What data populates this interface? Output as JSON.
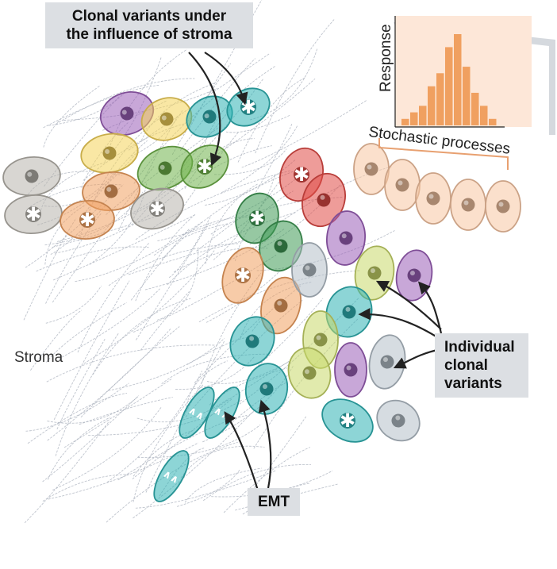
{
  "labels": {
    "clonal_stroma_line1": "Clonal variants under",
    "clonal_stroma_line2": "the influence of stroma",
    "response": "Response",
    "stochastic": "Stochastic processes",
    "stroma": "Stroma",
    "individual_line1": "Individual",
    "individual_line2": "clonal",
    "individual_line3": "variants",
    "emt": "EMT"
  },
  "colors": {
    "purple": "#9b5fb8",
    "yellow": "#f4d35a",
    "teal": "#2fb3b5",
    "green": "#6fb24a",
    "orange": "#f0a060",
    "grey": "#b8b5ad",
    "red": "#e04a45",
    "darkgreen": "#3f9a55",
    "bluegrey": "#b5c0c9",
    "lime": "#c9d86a",
    "peach": "#f7c6a3",
    "label_bg": "#dcdfe3",
    "stroma_fiber": "#a9b0bc"
  },
  "histogram": {
    "values": [
      1,
      2,
      3,
      6,
      8,
      12,
      14,
      9,
      5,
      3,
      1
    ]
  }
}
